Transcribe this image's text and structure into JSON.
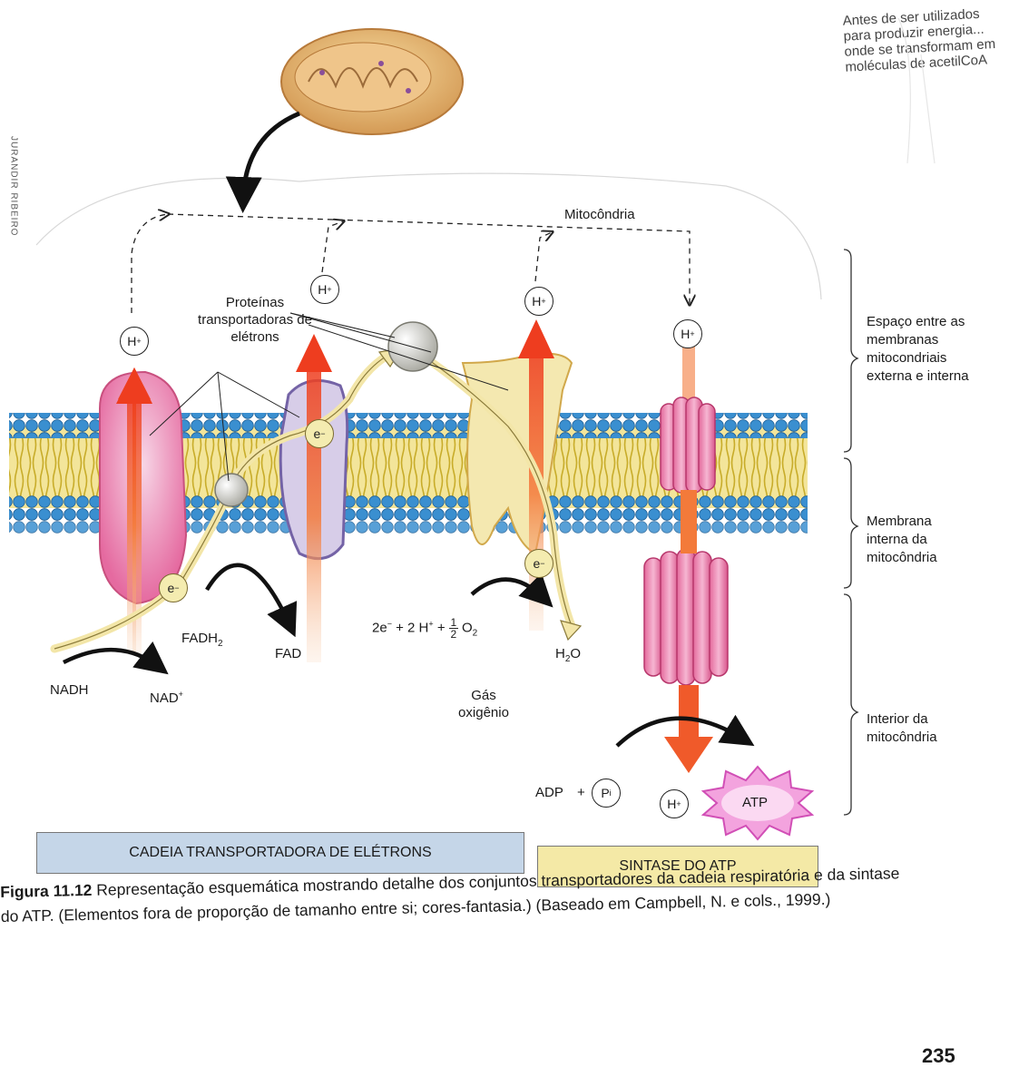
{
  "figure": {
    "header_text": "Antes de ser utilizados para produzir energia... onde se transformam em moléculas de acetilCoA",
    "side_credit": "JURANDIR RIBEIRO",
    "labels": {
      "mitocondria": "Mitocôndria",
      "proteinas": "Proteínas transportadoras de elétrons",
      "nadh": "NADH",
      "nad": "NAD",
      "fadh2": "FADH",
      "fad": "FAD",
      "equation_prefix": "2e",
      "equation_mid": "+ 2 H",
      "equation_suffix": "O",
      "water": "H",
      "water_o": "O",
      "gas": "Gás oxigênio",
      "adp": "ADP",
      "plus": "+",
      "pi": "P",
      "atp": "ATP",
      "h": "H",
      "e": "e"
    },
    "regions": {
      "intermembrane": "Espaço entre as membranas mitocondriais externa e interna",
      "inner_membrane": "Membrana interna da mitocôndria",
      "matrix": "Interior da mitocôndria"
    },
    "banners": {
      "etc": "CADEIA TRANSPORTADORA DE ELÉTRONS",
      "atp_synthase": "SINTASE DO ATP"
    },
    "colors": {
      "etc_banner": "#c5d6e8",
      "atp_banner": "#f4e9a6",
      "membrane_blue": "#3a8fd0",
      "lipid_yellow": "#e7d36a",
      "proton_arrow": "#f05a2a",
      "atp_burst": "#e066c8"
    }
  },
  "caption": {
    "label": "Figura 11.12",
    "text": "Representação esquemática mostrando detalhe dos conjuntos transportadores da cadeia respiratória e da sintase do ATP. (Elementos fora de proporção de tamanho entre si; cores-fantasia.) (Baseado em Campbell, N. e cols., 1999.)"
  },
  "page_number": "235"
}
